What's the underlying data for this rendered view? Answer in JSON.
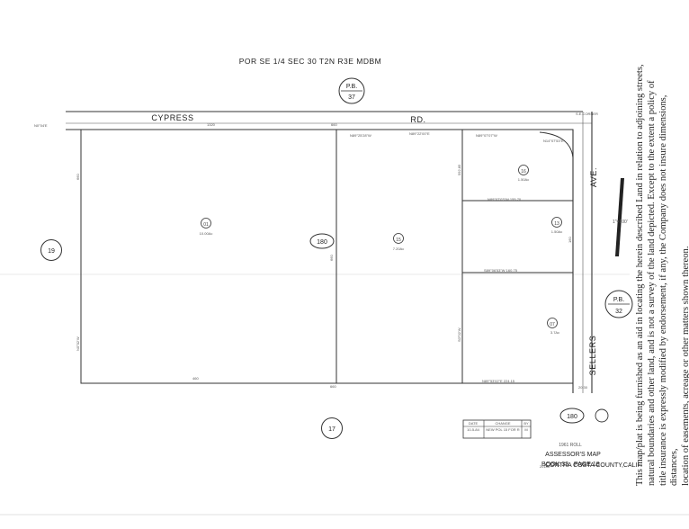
{
  "header": {
    "title": "POR SE 1/4 SEC 30 T2N R3E MDBM"
  },
  "references": {
    "pb_top": {
      "label": "P.B.",
      "value": "37"
    },
    "pb_right": {
      "label": "P.B.",
      "value": "32"
    }
  },
  "roads": {
    "cypress": "CYPRESS",
    "rd": "RD.",
    "sellers": "SELLERS",
    "ave": "AVE."
  },
  "parcels": [
    {
      "number": "01",
      "area": "10.00Ac"
    },
    {
      "number": "15",
      "area": "7.20Ac"
    },
    {
      "number": "16",
      "area": "1.50Ac"
    },
    {
      "number": "13",
      "area": "1.50Ac"
    },
    {
      "number": "07",
      "area": "3.7Ac"
    }
  ],
  "block": {
    "center": "180",
    "bottom_right": "180"
  },
  "adjacent": {
    "left": "19",
    "bottom": "17"
  },
  "north_arrow": {
    "scale": "1\"=100'"
  },
  "change_table": {
    "headers": [
      "DATE",
      "CHANGE",
      "BY"
    ],
    "rows": [
      {
        "date": "10-5-84",
        "change": "NEW POL 15 FOR R",
        "by": "M"
      }
    ]
  },
  "title_block": {
    "roll": "1961 ROLL",
    "name": "ASSESSOR'S MAP",
    "book_label": "BOOK 33",
    "page_label": "PAGE 18",
    "code": "20140",
    "county": "CONTRA COSTA COUNTY,CALIF."
  },
  "disclaimer_lines": [
    "This map/plat is being furnished as an aid in locating the herein described Land in relation to adjoining streets,",
    "natural boundaries and other land, and is not a survey of the land depicted. Except to the extent a policy of",
    "title insurance is expressly modified by endorsement, if any, the Company does not insure dimensions, distances,",
    "location of easements, acreage or other matters shown thereon."
  ]
}
